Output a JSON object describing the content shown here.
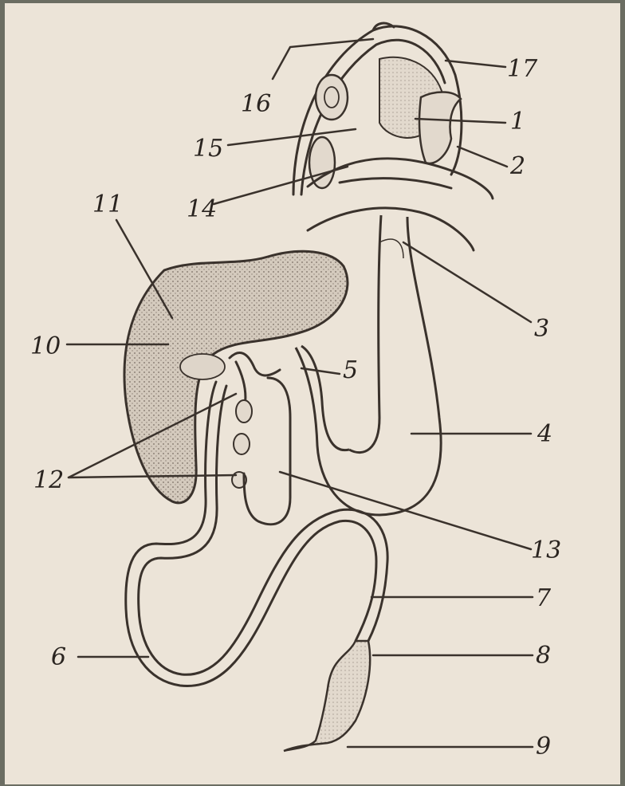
{
  "labels": [
    {
      "id": "1",
      "text": "1"
    },
    {
      "id": "2",
      "text": "2"
    },
    {
      "id": "3",
      "text": "3"
    },
    {
      "id": "4",
      "text": "4"
    },
    {
      "id": "5",
      "text": "5"
    },
    {
      "id": "6",
      "text": "6"
    },
    {
      "id": "7",
      "text": "7"
    },
    {
      "id": "8",
      "text": "8"
    },
    {
      "id": "9",
      "text": "9"
    },
    {
      "id": "10",
      "text": "10"
    },
    {
      "id": "11",
      "text": "11"
    },
    {
      "id": "12",
      "text": "12"
    },
    {
      "id": "13",
      "text": "13"
    },
    {
      "id": "14",
      "text": "14"
    },
    {
      "id": "15",
      "text": "15"
    },
    {
      "id": "16",
      "text": "16"
    },
    {
      "id": "17",
      "text": "17"
    }
  ],
  "colors": {
    "paper": "#ece4d8",
    "ink": "#3a322c",
    "border": "#6b6d62",
    "liver": "#c9bfb3"
  }
}
